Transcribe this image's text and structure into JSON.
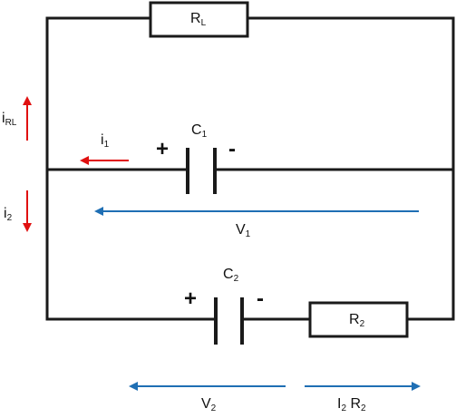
{
  "labels": {
    "rl": {
      "main": "R",
      "sub": "L"
    },
    "c1": {
      "main": "C",
      "sub": "1"
    },
    "c2": {
      "main": "C",
      "sub": "2"
    },
    "r2": {
      "main": "R",
      "sub": "2"
    },
    "i1": {
      "main": "i",
      "sub": "1"
    },
    "i2": {
      "main": "i",
      "sub": "2"
    },
    "irl": {
      "main": "i",
      "sub": "RL"
    },
    "v1": {
      "main": "V",
      "sub": "1"
    },
    "v2": {
      "main": "V",
      "sub": "2"
    },
    "i2r2": {
      "main1": "I",
      "sub1": "2",
      "main2": " R",
      "sub2": "2"
    }
  },
  "signs": {
    "c1_plus": "+",
    "c1_minus": "-",
    "c2_plus": "+",
    "c2_minus": "-"
  },
  "colors": {
    "wire": "#1a1a1a",
    "current_arrow": "#e01010",
    "voltage_arrow": "#1f6fb4"
  }
}
